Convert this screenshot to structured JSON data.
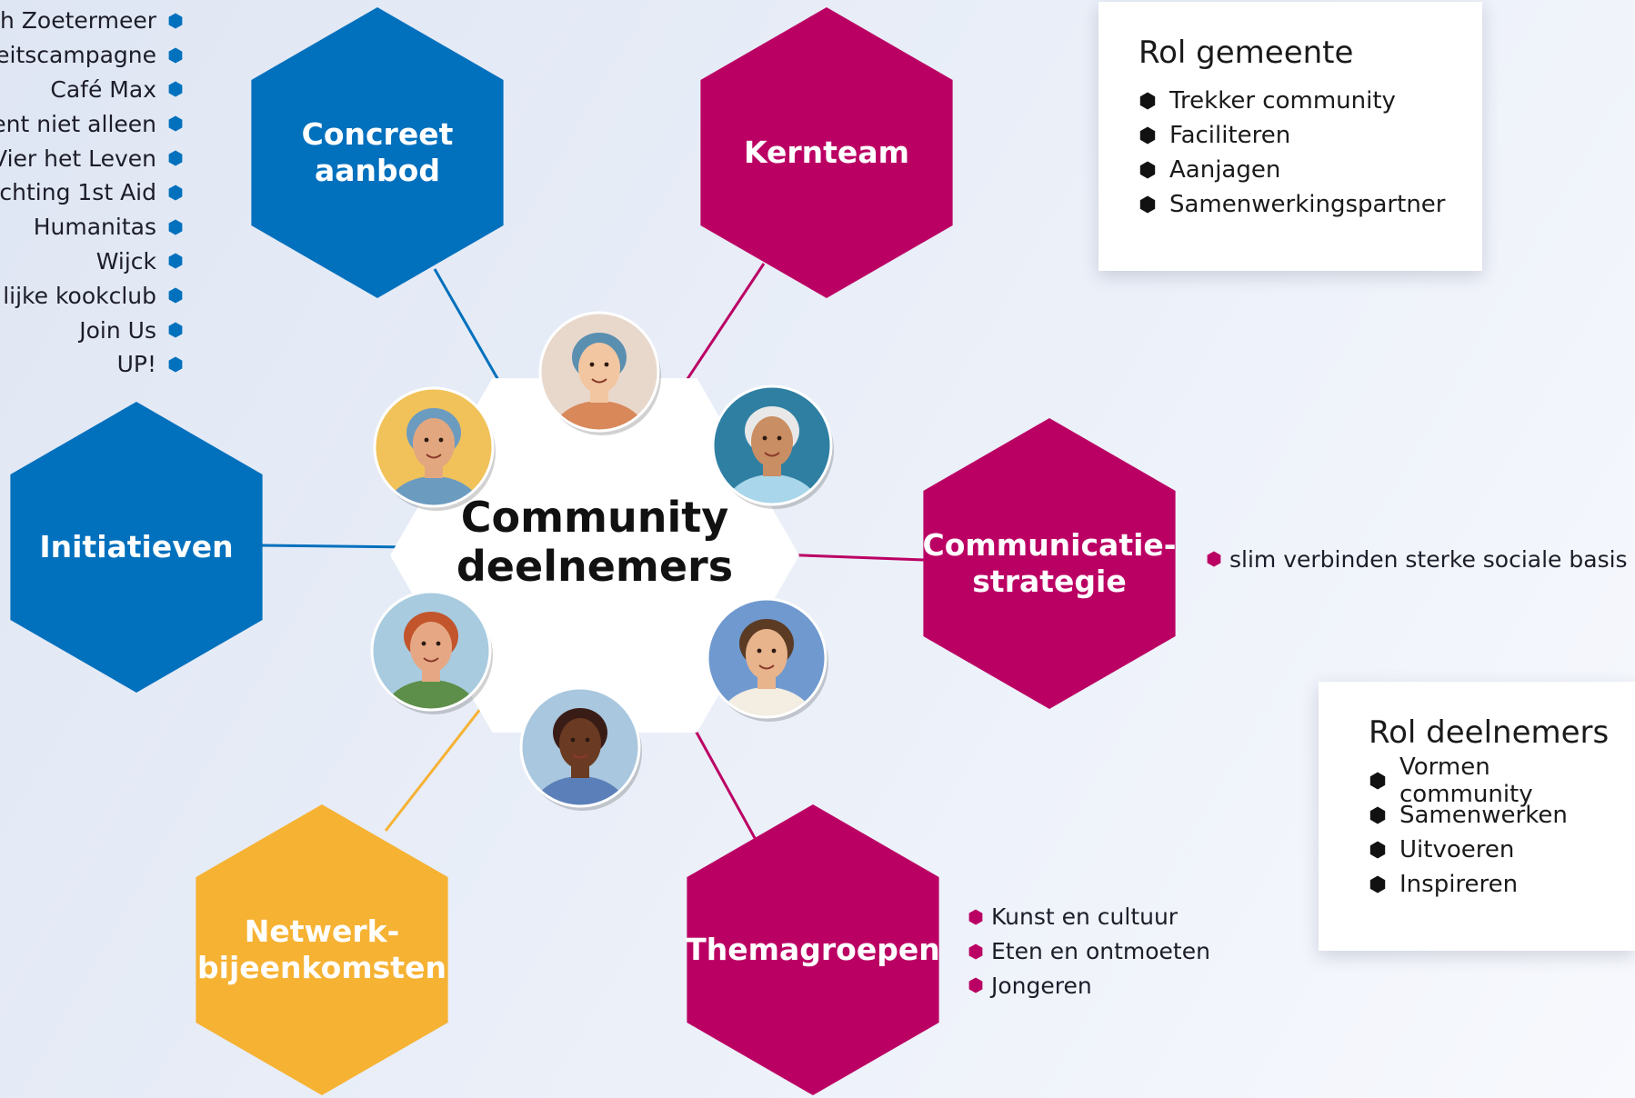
{
  "colors": {
    "blue": "#0170bd",
    "magenta": "#bb0064",
    "yellow": "#f6b233",
    "center": "#ffffff"
  },
  "center": {
    "label": "Community\ndeelnemers"
  },
  "nodes": [
    {
      "id": "concreet-aanbod",
      "label": "Concreet\naanbod",
      "color": "blue"
    },
    {
      "id": "kernteam",
      "label": "Kernteam",
      "color": "magenta"
    },
    {
      "id": "initiatieven",
      "label": "Initiatieven",
      "color": "blue"
    },
    {
      "id": "communicatiestrategie",
      "label": "Communicatie-\nstrategie",
      "color": "magenta"
    },
    {
      "id": "netwerkbijeenkomsten",
      "label": "Netwerk-\nbijeenkomsten",
      "color": "yellow"
    },
    {
      "id": "themagroepen",
      "label": "Themagroepen",
      "color": "magenta"
    }
  ],
  "aanbod_list": [
    "h Zoetermeer",
    "eitscampagne",
    "Café Max",
    "ent niet alleen",
    "Vier het Leven",
    "chting 1st Aid",
    "Humanitas",
    "Wijck",
    "lijke kookclub",
    "Join Us",
    "UP!"
  ],
  "communicatie_list": [
    "slim verbinden sterke sociale basis"
  ],
  "thema_list": [
    "Kunst en cultuur",
    "Eten en ontmoeten",
    "Jongeren"
  ],
  "rol_gemeente": {
    "title": "Rol gemeente",
    "items": [
      "Trekker community",
      "Faciliteren",
      "Aanjagen",
      "Samenwerkingspartner"
    ]
  },
  "rol_deelnemers": {
    "title": "Rol deelnemers",
    "items": [
      "Vormen community",
      "Samenwerken",
      "Uitvoeren",
      "Inspireren"
    ]
  },
  "avatars": [
    {
      "name": "woman-turban",
      "bg": "#e8d8cc",
      "skin": "#f2c6a0",
      "hair": "#5a8fb0",
      "shirt": "#d9885a"
    },
    {
      "name": "older-man-beard",
      "bg": "#2f7fa3",
      "skin": "#c98e63",
      "hair": "#e8e8e8",
      "shirt": "#a9d6ea"
    },
    {
      "name": "man-curly-hair",
      "bg": "#6f99cf",
      "skin": "#e8b48c",
      "hair": "#5b3b24",
      "shirt": "#f3ede2"
    },
    {
      "name": "woman-afro",
      "bg": "#a9c7de",
      "skin": "#6a3b22",
      "hair": "#3a1c16",
      "shirt": "#5b7fb8"
    },
    {
      "name": "man-red-beard",
      "bg": "#a8cbe0",
      "skin": "#e6a884",
      "hair": "#c2552b",
      "shirt": "#5e8f4a"
    },
    {
      "name": "woman-hijab",
      "bg": "#f1c25a",
      "skin": "#e3a77f",
      "hair": "#6c9bc0",
      "shirt": "#6c9bc0"
    }
  ]
}
